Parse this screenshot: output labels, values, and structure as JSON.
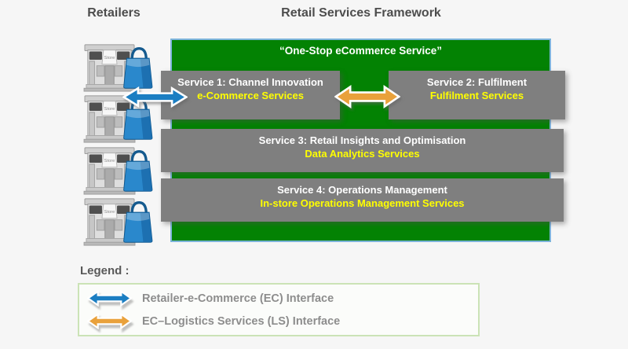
{
  "titles": {
    "retailers": "Retailers",
    "framework": "Retail Services Framework"
  },
  "framework": {
    "banner": "“One-Stop eCommerce Service”",
    "services": [
      {
        "title": "Service 1: Channel Innovation",
        "subtitle": "e-Commerce Services"
      },
      {
        "title": "Service 2: Fulfilment",
        "subtitle": "Fulfilment Services"
      },
      {
        "title": "Service 3: Retail Insights and Optimisation",
        "subtitle": "Data Analytics Services"
      },
      {
        "title": "Service 4: Operations Management",
        "subtitle": "In-store Operations Management Services"
      }
    ]
  },
  "retailers": {
    "store_label": "Store",
    "count": 4
  },
  "legend": {
    "title": "Legend :",
    "items": [
      {
        "label": "Retailer-e-Commerce (EC) Interface"
      },
      {
        "label": "EC–Logistics Services (LS) Interface"
      }
    ]
  },
  "colors": {
    "green_box": "#038203",
    "green_box_border": "#7cb4da",
    "service_box": "#7f7f7f",
    "service_title_text": "#ffffff",
    "service_subtitle_text": "#ffff00",
    "blue_arrow": "#1b7ec2",
    "orange_arrow": "#e9a13b",
    "heading_text": "#4d4d4d",
    "legend_border": "#cbe3b6",
    "legend_text": "#8d8d8d"
  }
}
